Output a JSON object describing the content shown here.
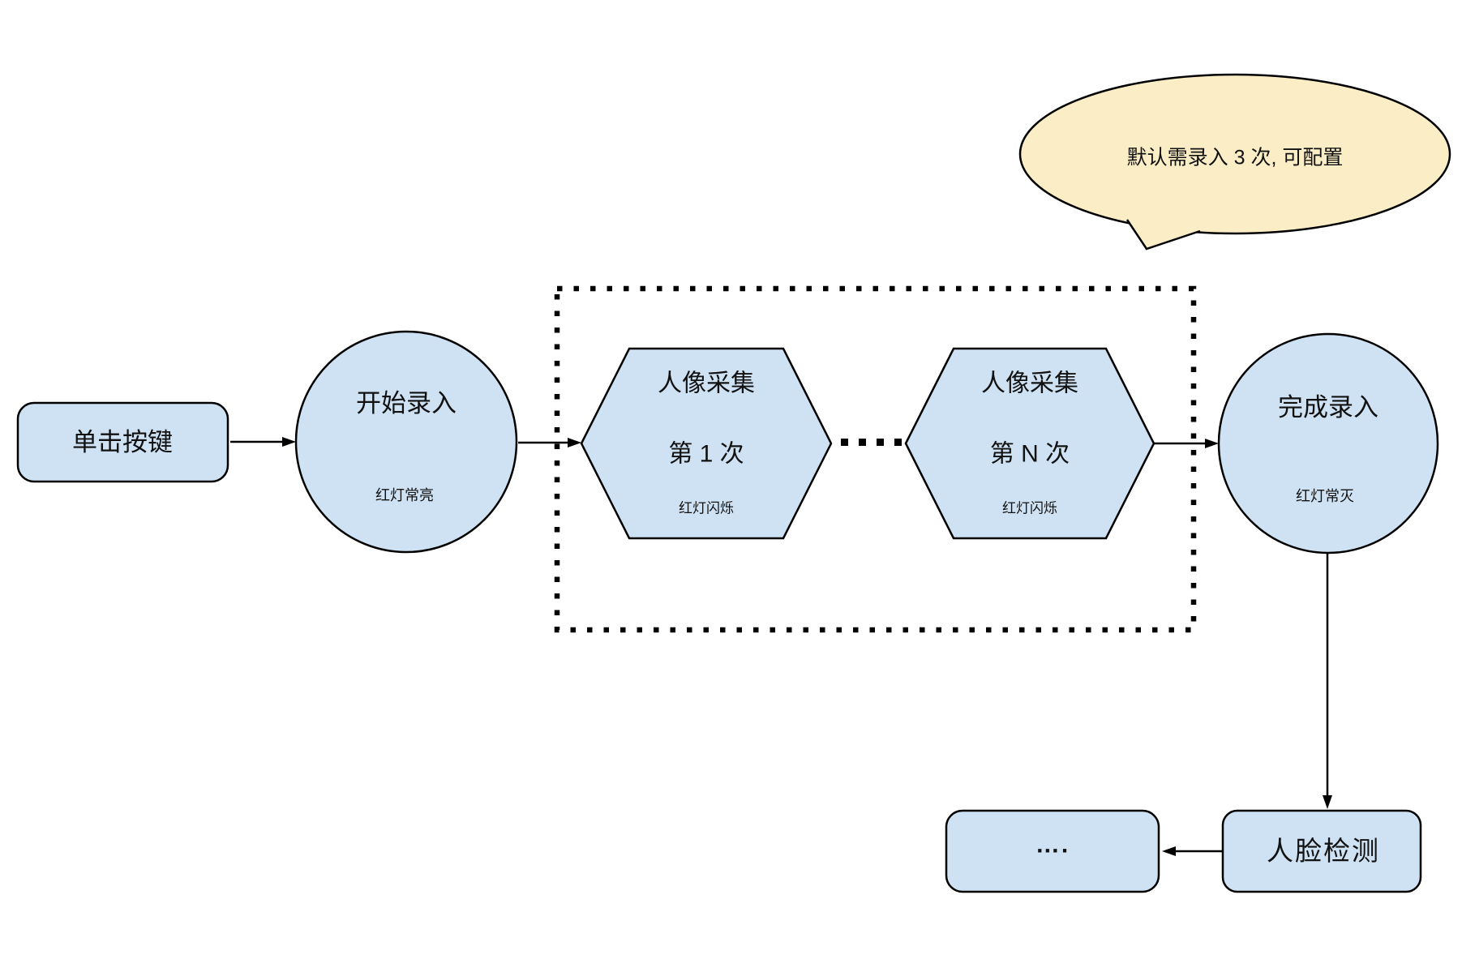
{
  "colors": {
    "node_fill": "#cfe2f3",
    "node_stroke": "#000000",
    "bubble_fill": "#fbeec6",
    "arrow": "#000000",
    "dotted_border": "#000000"
  },
  "bubble": {
    "text": "默认需录入 3 次, 可配置"
  },
  "nodes": {
    "click_button": {
      "label": "单击按键"
    },
    "start_enroll": {
      "label": "开始录入",
      "sublabel": "红灯常亮"
    },
    "capture_first": {
      "line1": "人像采集",
      "line2": "第 1 次",
      "sublabel": "红灯闪烁"
    },
    "capture_nth": {
      "line1": "人像采集",
      "line2": "第 N 次",
      "sublabel": "红灯闪烁"
    },
    "finish_enroll": {
      "label": "完成录入",
      "sublabel": "红灯常灭"
    },
    "face_detect": {
      "label": "人脸检测"
    },
    "more_steps": {
      "label": "…."
    }
  }
}
